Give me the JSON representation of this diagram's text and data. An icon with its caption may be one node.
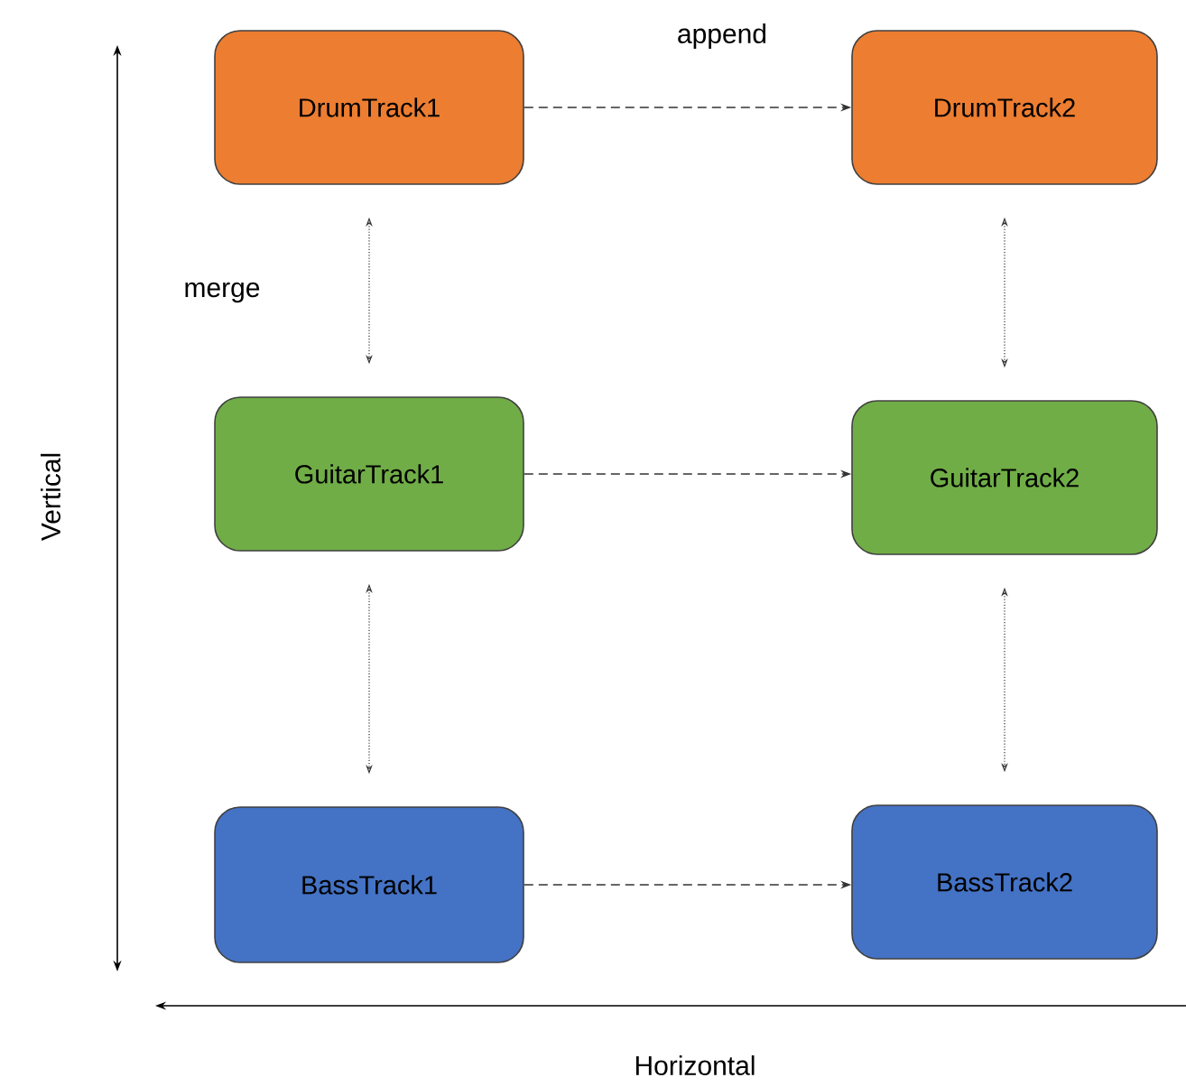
{
  "diagram": {
    "nodes": [
      {
        "text": [
          "DrumTrack1"
        ]
      },
      {
        "text": [
          "DrumTrack2"
        ]
      },
      {
        "text": [
          "GuitarTrack1"
        ]
      },
      {
        "text": [
          "GuitarTrack2"
        ]
      },
      {
        "text": [
          "BassTrack1"
        ]
      },
      {
        "text": [
          "BassTrack2"
        ]
      }
    ],
    "edges": [
      {
        "from": 0,
        "to": 1,
        "arrow": "to",
        "style": "dashed"
      },
      {
        "from": 2,
        "to": 3,
        "arrow": "to",
        "style": "dashed"
      },
      {
        "from": 4,
        "to": 5,
        "arrow": "to",
        "style": "dashed"
      },
      {
        "from": 0,
        "to": 2,
        "arrow": "both"
      },
      {
        "from": 2,
        "to": 4,
        "arrow": "both"
      },
      {
        "from": 1,
        "to": 3,
        "arrow": "both"
      },
      {
        "from": 3,
        "to": 5,
        "arrow": "both"
      }
    ],
    "labels": [
      "append",
      "merge",
      "Vertical",
      "Horizontal"
    ]
  }
}
